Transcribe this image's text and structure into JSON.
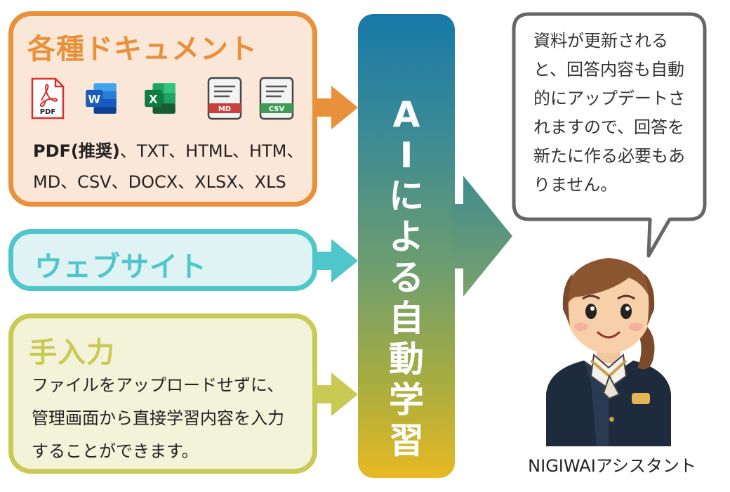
{
  "documents": {
    "title": "各種ドキュメント",
    "file_icons": [
      {
        "name": "pdf-file-icon",
        "label": "PDF",
        "color": "#d9302f"
      },
      {
        "name": "word-file-icon",
        "label": "W",
        "color": "#2b5fb4"
      },
      {
        "name": "excel-file-icon",
        "label": "X",
        "color": "#1f7a43"
      },
      {
        "name": "md-file-icon",
        "label": "MD",
        "color": "#c9413b"
      },
      {
        "name": "csv-file-icon",
        "label": "CSV",
        "color": "#3f9b57"
      }
    ],
    "formats_emphasis": "PDF(推奨)",
    "formats_rest": "、TXT、HTML、HTM、MD、CSV、DOCX、XLSX、XLS"
  },
  "website": {
    "title": "ウェブサイト"
  },
  "manual": {
    "title": "手入力",
    "description": "ファイルをアップロードせずに、管理画面から直接学習内容を入力することができます。"
  },
  "center": {
    "label": "AIによる自動学習"
  },
  "bubble": {
    "text": "資料が更新されると、回答内容も自動的にアップデートされますので、回答を新たに作る必要もありません。"
  },
  "assistant": {
    "name": "NIGIWAIアシスタント"
  },
  "colors": {
    "docs_accent": "#e8903a",
    "web_accent": "#4fc6c9",
    "manual_accent": "#c9ca54",
    "ai_gradient_top": "#1879a8",
    "ai_gradient_bottom": "#e8b923"
  }
}
